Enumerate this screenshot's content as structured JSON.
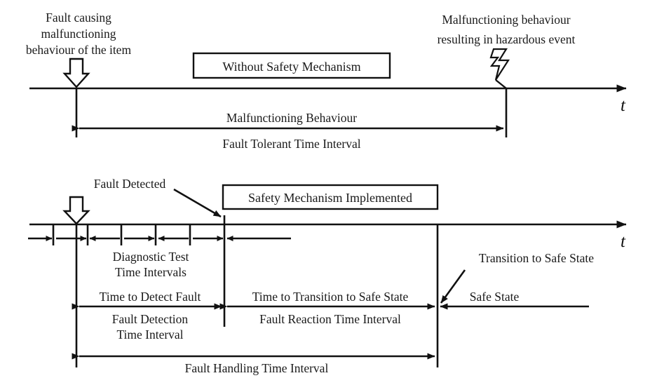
{
  "figure": {
    "title_semantic": "ISO 26262 fault timing intervals diagram",
    "axis_symbol": "t",
    "line_color": "#111111",
    "text_color": "#1a1a1a",
    "background": "#ffffff"
  },
  "top_diagram": {
    "name": "without-safety-mechanism-timeline",
    "box_label": "Without Safety Mechanism",
    "fault_annotation": [
      "Fault causing",
      "malfunctioning",
      "behaviour of the item"
    ],
    "hazard_annotation": [
      "Malfunctioning behaviour",
      "resulting in hazardous event"
    ],
    "interval_label_upper": "Malfunctioning Behaviour",
    "interval_label_lower": "Fault Tolerant Time Interval",
    "axis_symbol": "t",
    "markers": [
      {
        "name": "fault-occurrence-marker",
        "glyph": "hollow-down-arrow-icon"
      },
      {
        "name": "hazardous-event-marker",
        "glyph": "lightning-bolt-icon"
      }
    ]
  },
  "bottom_diagram": {
    "name": "safety-mechanism-implemented-timeline",
    "box_label": "Safety Mechanism Implemented",
    "fault_detected_label": "Fault Detected",
    "diagnostic_label": [
      "Diagnostic Test",
      "Time Intervals"
    ],
    "transition_callout": "Transition to Safe State",
    "safe_state_label": "Safe State",
    "intervals": [
      {
        "name": "time-to-detect-fault",
        "upper_label": "Time to Detect Fault",
        "lower_label": [
          "Fault Detection",
          "Time Interval"
        ]
      },
      {
        "name": "time-to-transition-to-safe-state",
        "upper_label": "Time to Transition to Safe State",
        "lower_label": [
          "Fault Reaction Time Interval"
        ]
      }
    ],
    "total_interval_label": "Fault Handling Time Interval",
    "axis_symbol": "t",
    "diagnostic_tick_count": 6,
    "markers": [
      {
        "name": "fault-occurrence-marker",
        "glyph": "hollow-down-arrow-icon"
      },
      {
        "name": "fault-detected-pointer",
        "glyph": "arrow-pointer-icon"
      },
      {
        "name": "safe-state-pointer",
        "glyph": "arrow-pointer-icon"
      }
    ]
  }
}
